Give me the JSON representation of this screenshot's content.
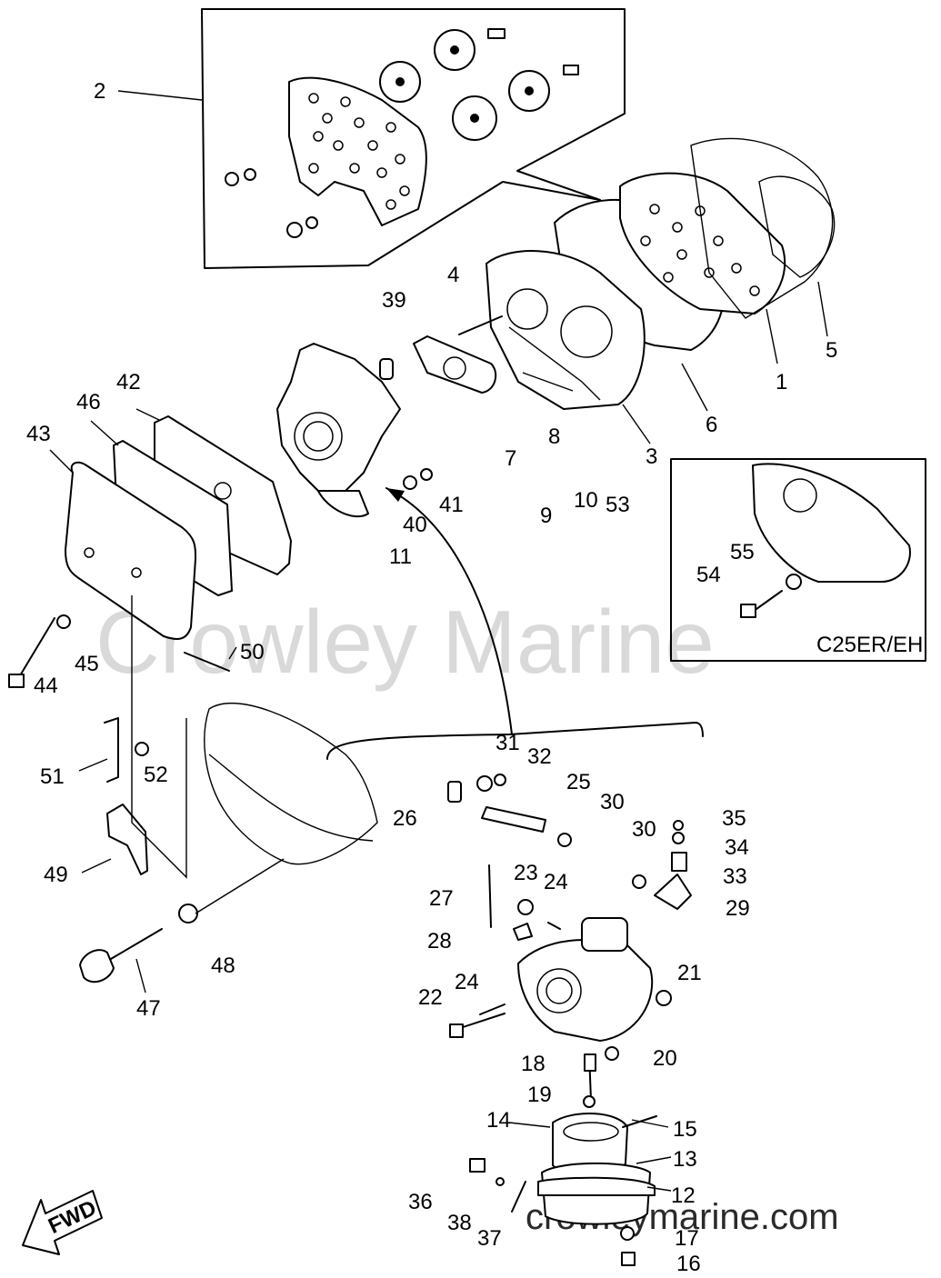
{
  "watermark": {
    "main": "Crowley Marine",
    "url": "crowleymarine.com"
  },
  "variant_label": "C25ER/EH",
  "fwd_label": "FWD",
  "callouts": [
    "1",
    "2",
    "3",
    "4",
    "5",
    "6",
    "7",
    "8",
    "9",
    "10",
    "11",
    "12",
    "13",
    "14",
    "15",
    "16",
    "17",
    "18",
    "19",
    "20",
    "21",
    "22",
    "23",
    "24",
    "24",
    "25",
    "26",
    "27",
    "28",
    "29",
    "30",
    "30",
    "31",
    "32",
    "33",
    "34",
    "35",
    "36",
    "37",
    "38",
    "39",
    "40",
    "41",
    "42",
    "43",
    "44",
    "45",
    "46",
    "47",
    "48",
    "49",
    "50",
    "51",
    "52",
    "53",
    "54",
    "55"
  ]
}
